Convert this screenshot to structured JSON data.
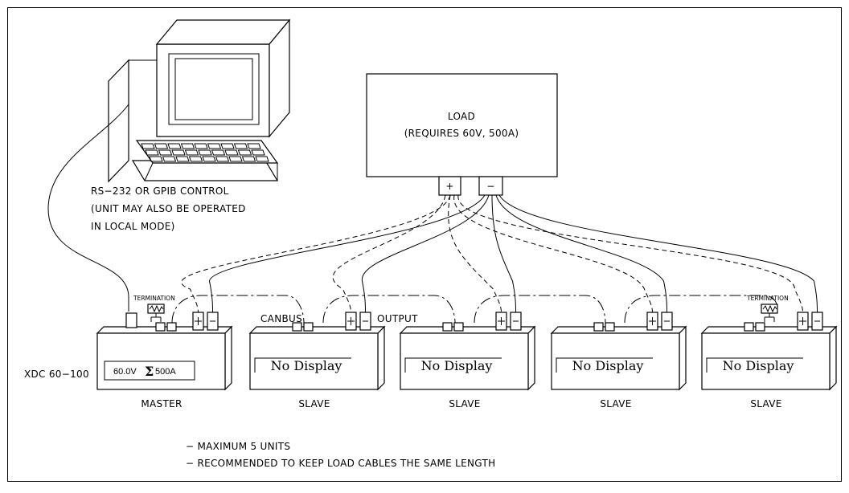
{
  "load": {
    "title": "LOAD",
    "requirement": "(REQUIRES 60V, 500A)",
    "plus_terminal": "+",
    "minus_terminal": "−"
  },
  "control": {
    "line1": "RS−232 OR GPIB CONTROL",
    "line2": "(UNIT MAY ALSO BE OPERATED",
    "line3": "IN LOCAL MODE)"
  },
  "model_label": "XDC 60−100",
  "labels": {
    "termination": "TERMINATION",
    "canbus": "CANBUS",
    "output": "OUTPUT"
  },
  "units": [
    {
      "role": "MASTER",
      "display": "60.0V",
      "sigma": "Σ",
      "display_current": "500A"
    },
    {
      "role": "SLAVE",
      "display": "No Display"
    },
    {
      "role": "SLAVE",
      "display": "No Display"
    },
    {
      "role": "SLAVE",
      "display": "No Display"
    },
    {
      "role": "SLAVE",
      "display": "No Display"
    }
  ],
  "notes": [
    "−  MAXIMUM 5 UNITS",
    "−  RECOMMENDED TO KEEP LOAD CABLES THE SAME LENGTH"
  ]
}
